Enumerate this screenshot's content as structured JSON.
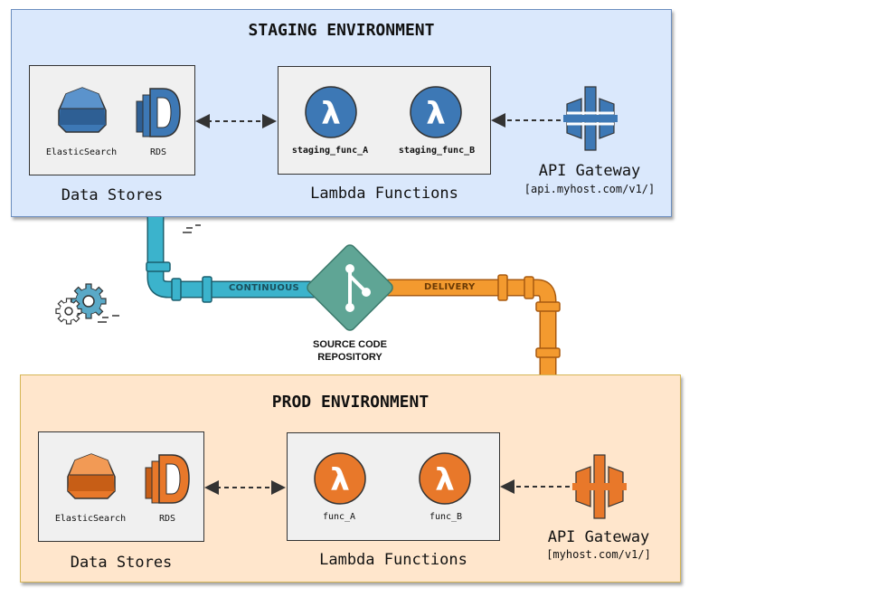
{
  "staging": {
    "title": "STAGING ENVIRONMENT",
    "data_stores": {
      "label": "Data Stores",
      "elasticsearch": "ElasticSearch",
      "rds": "RDS"
    },
    "lambda": {
      "label": "Lambda Functions",
      "func_a": "staging_func_A",
      "func_b": "staging_func_B"
    },
    "api_gateway": {
      "label": "API Gateway",
      "endpoint": "[api.myhost.com/v1/]"
    }
  },
  "pipeline": {
    "left_label": "CONTINUOUS",
    "right_label": "DELIVERY",
    "repo_line1": "SOURCE CODE",
    "repo_line2": "REPOSITORY"
  },
  "prod": {
    "title": "PROD ENVIRONMENT",
    "data_stores": {
      "label": "Data Stores",
      "elasticsearch": "ElasticSearch",
      "rds": "RDS"
    },
    "lambda": {
      "label": "Lambda Functions",
      "func_a": "func_A",
      "func_b": "func_B"
    },
    "api_gateway": {
      "label": "API Gateway",
      "endpoint": "[myhost.com/v1/]"
    }
  },
  "colors": {
    "staging_bg": "#dae8fc",
    "staging_border": "#6c8ebf",
    "prod_bg": "#ffe6cc",
    "prod_border": "#d6b656",
    "aws_blue": "#3d78b5",
    "aws_orange": "#e8782a",
    "pipe_blue": "#3bb3cc",
    "pipe_orange": "#f39a2f",
    "git_green": "#5fa595"
  }
}
